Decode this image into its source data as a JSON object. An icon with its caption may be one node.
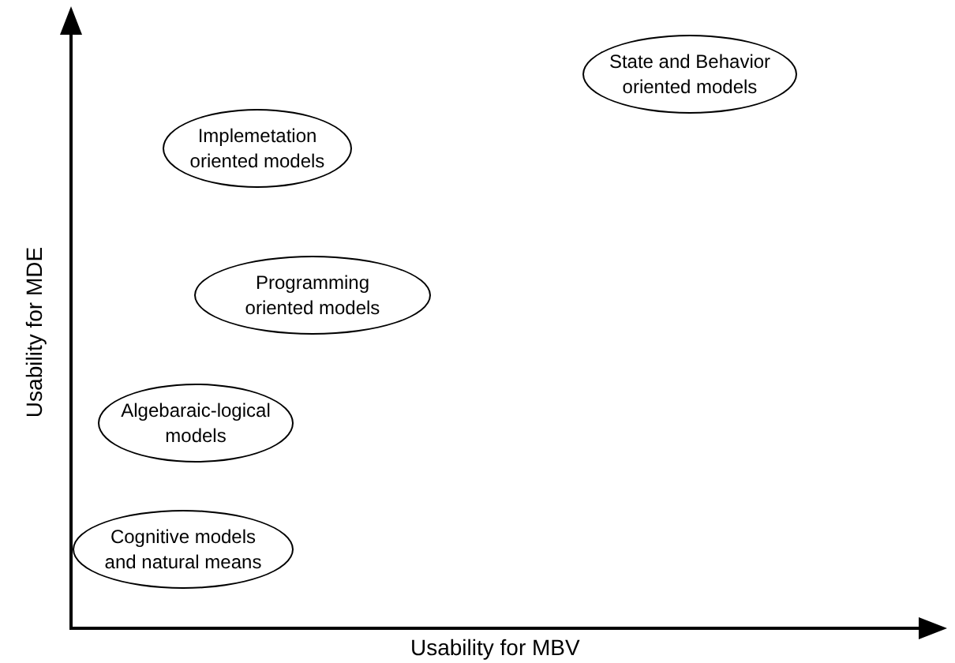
{
  "diagram": {
    "nodes": [
      {
        "text": [
          "State and Behavior oriented models"
        ]
      },
      {
        "text": [
          "Implemetation oriented models"
        ]
      },
      {
        "text": [
          "Programming oriented models"
        ]
      },
      {
        "text": [
          "Algebaraic-logical models"
        ]
      },
      {
        "text": [
          "Cognitive models and natural means"
        ]
      }
    ],
    "labels": [
      "Usability for MDE",
      "Usability for MBV"
    ]
  }
}
